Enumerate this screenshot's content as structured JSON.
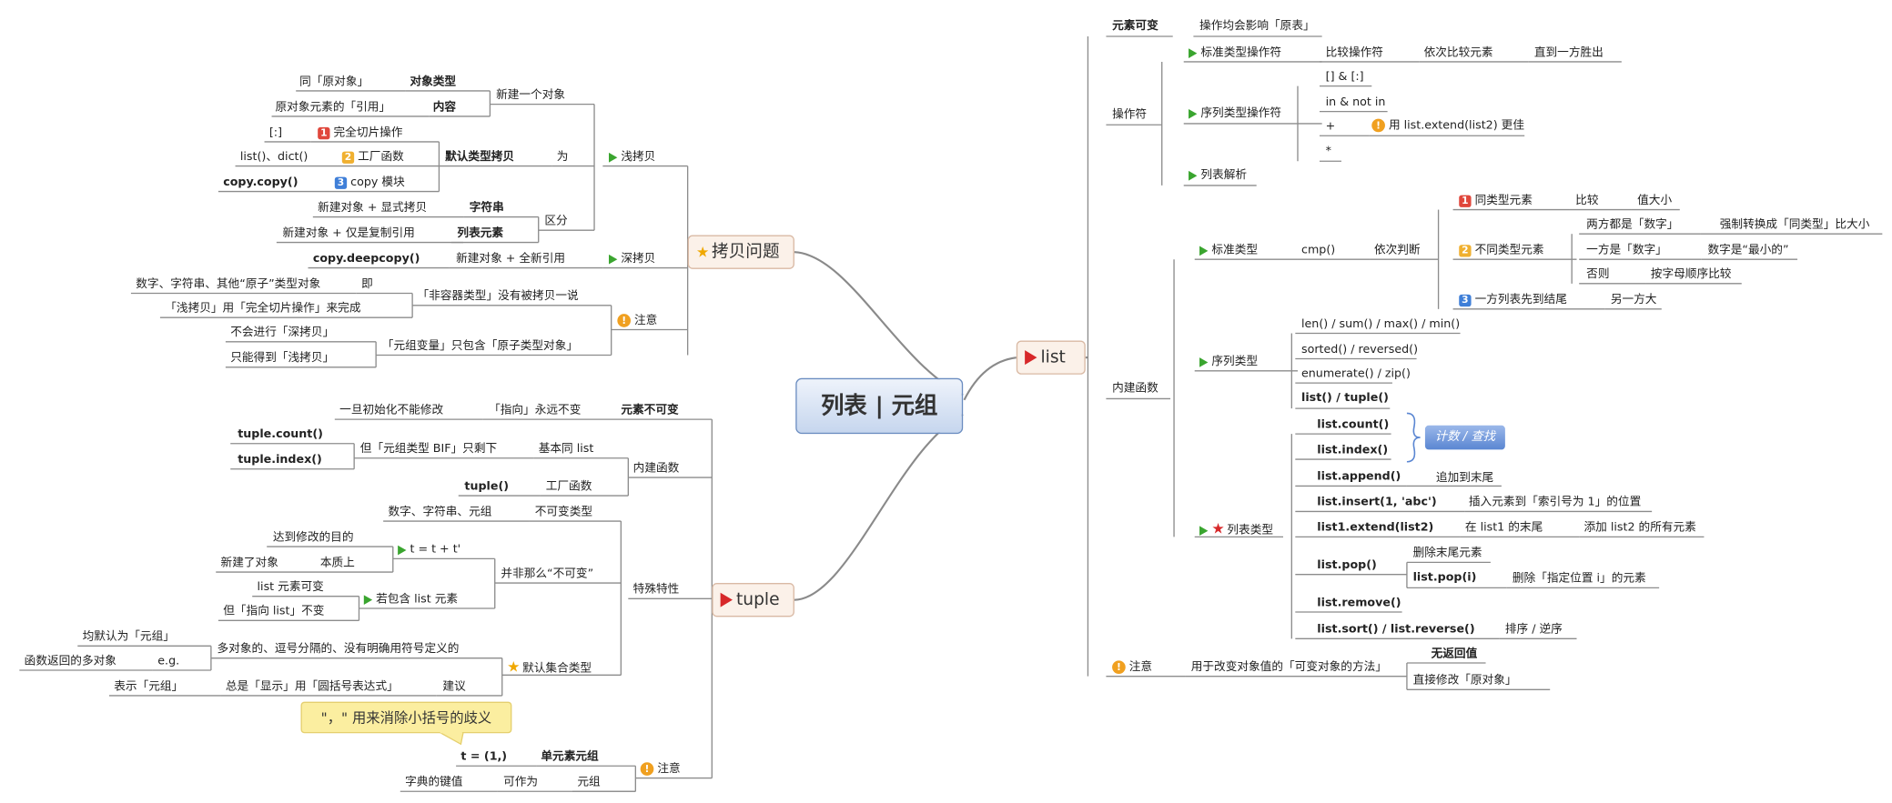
{
  "root": "列表 | 元组",
  "list": {
    "label": "list",
    "immutable_el": {
      "label": "元素可变",
      "note": "操作均会影响「原表」"
    },
    "ops": {
      "label": "操作符",
      "std": {
        "label": "标准类型操作符",
        "cmp": "比较操作符",
        "cmp2": "依次比较元素",
        "cmp3": "直到一方胜出"
      },
      "seq": {
        "label": "序列类型操作符",
        "items": [
          "[] & [:]",
          "in & not in",
          "+",
          "*"
        ],
        "plus_note": "用 list.extend(list2) 更佳"
      },
      "comp": "列表解析"
    },
    "bif": {
      "label": "内建函数",
      "std": {
        "label": "标准类型",
        "cmp": "cmp()",
        "seq": "依次判断",
        "same": "同类型元素",
        "same_cmp": "比较",
        "same_res": "值大小",
        "diff": "不同类型元素",
        "diff_a": "两方都是「数字」",
        "diff_a2": "强制转换成「同类型」比大小",
        "diff_b": "一方是「数字」",
        "diff_b2": "数字是“最小的”",
        "diff_c": "否则",
        "diff_c2": "按字母顺序比较",
        "end": "一方列表先到结尾",
        "end2": "另一方大"
      },
      "seqt": {
        "label": "序列类型",
        "items": [
          "len() / sum() / max() / min()",
          "sorted() / reversed()",
          "enumerate() / zip()",
          "list() / tuple()"
        ]
      },
      "listt": {
        "label": "列表类型",
        "count": "list.count()",
        "index": "list.index()",
        "callout": "计数 / 查找",
        "append": "list.append()",
        "append2": "追加到末尾",
        "insert": "list.insert(1, 'abc')",
        "insert2": "插入元素到「索引号为 1」的位置",
        "extend": "list1.extend(list2)",
        "extend2": "在 list1 的末尾",
        "extend3": "添加 list2 的所有元素",
        "pop": "list.pop()",
        "pop2": "删除末尾元素",
        "popi": "list.pop(i)",
        "popi2": "删除「指定位置 i」的元素",
        "remove": "list.remove()",
        "sort": "list.sort() / list.reverse()",
        "sort2": "排序 / 逆序"
      }
    },
    "note": {
      "label": "注意",
      "text": "用于改变对象值的「可变对象的方法」",
      "a": "无返回值",
      "b": "直接修改「原对象」"
    }
  },
  "copy": {
    "label": "拷贝问题",
    "shallow": {
      "label": "浅拷贝",
      "newobj": "新建一个对象",
      "objtype": "对象类型",
      "objtype2": "同「原对象」",
      "content": "内容",
      "content2": "原对象元素的「引用」",
      "default": "默认类型拷贝",
      "wei": "为",
      "m1": "完全切片操作",
      "m1a": "[:]",
      "m2": "工厂函数",
      "m2a": "list()、dict()",
      "m3": "copy 模块",
      "m3a": "copy.copy()",
      "distinct": "区分",
      "str": "字符串",
      "str2": "新建对象 + 显式拷贝",
      "elem": "列表元素",
      "elem2": "新建对象 + 仅是复制引用"
    },
    "deep": {
      "label": "深拷贝",
      "text": "新建对象 + 全新引用",
      "fn": "copy.deepcopy()"
    },
    "note": {
      "label": "注意",
      "a": "「非容器类型」没有被拷贝一说",
      "a1": "即",
      "a2": "数字、字符串、其他“原子”类型对象",
      "a3": "「浅拷贝」用「完全切片操作」来完成",
      "b": "「元组变量」只包含「原子类型对象」",
      "b1": "不会进行「深拷贝」",
      "b2": "只能得到「浅拷贝」"
    }
  },
  "tuple": {
    "label": "tuple",
    "immut": {
      "label": "元素不可变",
      "a": "「指向」永远不变",
      "b": "一旦初始化不能修改"
    },
    "bif": {
      "label": "内建函数",
      "a": "基本同 list",
      "a1": "但「元组类型 BIF」只剩下",
      "c": "tuple.count()",
      "i": "tuple.index()",
      "f": "工厂函数",
      "f1": "tuple()"
    },
    "spec": {
      "label": "特殊特性",
      "imm": "不可变类型",
      "imm1": "数字、字符串、元组",
      "notimm": "并非那么“不可变”",
      "tt": "t = t + t'",
      "tt1": "达到修改的目的",
      "tt2": "本质上",
      "tt3": "新建了对象",
      "lst": "若包含 list 元素",
      "lst1": "list 元素可变",
      "lst2": "但「指向 list」不变",
      "dft": "默认集合类型",
      "dft1": "多对象的、逗号分隔的、没有明确用符号定义的",
      "dft2": "均默认为「元组」",
      "dft3": "e.g.",
      "dft4": "函数返回的多对象",
      "dft5": "建议",
      "dft6": "总是「显示」用「圆括号表达式」",
      "dft7": "表示「元组」"
    },
    "note": {
      "label": "注意",
      "single": "单元素元组",
      "single1": "t = (1,)",
      "bubble": "\"，\" 用来消除小括号的歧义",
      "key": "可作为",
      "key1": "字典的键值",
      "key2": "元组"
    }
  }
}
